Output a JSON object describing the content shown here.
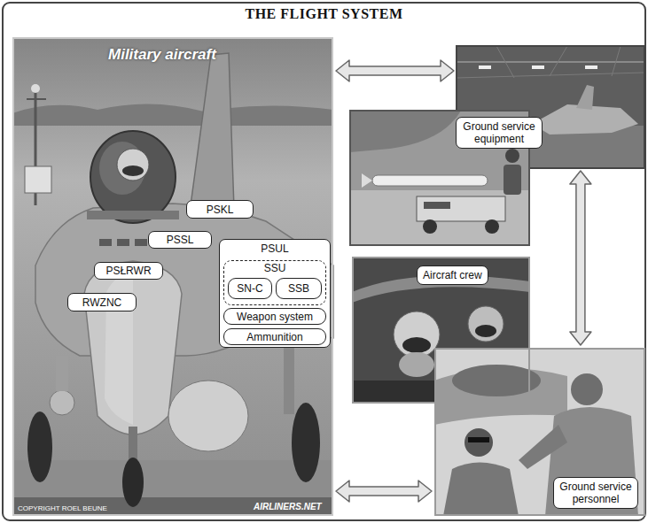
{
  "diagram": {
    "title": "THE FLIGHT SYSTEM",
    "nodes": [
      {
        "text": [
          "Military aircraft"
        ]
      },
      {
        "text": [
          "PSKL"
        ],
        "in": 0
      },
      {
        "text": [
          "PSSL"
        ],
        "in": 0
      },
      {
        "text": [
          "PSŁRWR"
        ],
        "in": 0
      },
      {
        "text": [
          "RWZNC"
        ],
        "in": 0
      },
      {
        "text": [
          "PSUL"
        ],
        "in": 0
      },
      {
        "text": [
          "SSU"
        ],
        "in": 5
      },
      {
        "text": [
          "SN-C"
        ],
        "in": 6
      },
      {
        "text": [
          "SSB"
        ],
        "in": 6
      },
      {
        "text": [
          "Weapon system"
        ],
        "in": 5
      },
      {
        "text": [
          "Ammunition"
        ],
        "in": 5
      },
      {
        "text": [
          "Ground service equipment"
        ]
      },
      {
        "text": [
          "Aircraft crew"
        ]
      },
      {
        "text": [
          "Ground service personnel"
        ]
      }
    ],
    "edges": [
      {
        "from": 0,
        "to": 11,
        "arrow": "both"
      },
      {
        "from": 11,
        "to": 13,
        "arrow": "both"
      },
      {
        "from": 0,
        "to": 13,
        "arrow": "both"
      }
    ],
    "labels": [
      "COPYRIGHT ROEL BEUNE",
      "AIRLINERS.NET"
    ]
  }
}
